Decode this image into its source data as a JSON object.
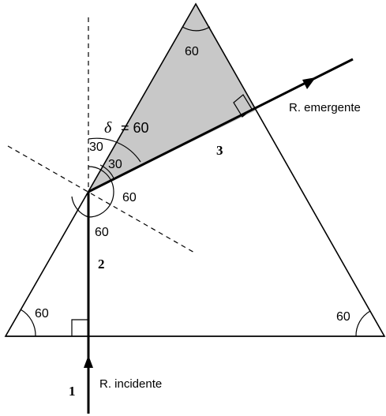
{
  "colors": {
    "prism_fill": "#c8c8c8",
    "line": "#000000",
    "background": "#ffffff"
  },
  "labels": {
    "apex_angle": "60",
    "left_base_angle": "60",
    "right_base_angle": "60",
    "upper_normal_angle_30": "30",
    "inner_angle_30": "30",
    "right_side_angle_60": "60",
    "below_angle_60": "60",
    "delta_symbol": "δ",
    "delta_value": "= 60",
    "ray_1": "1",
    "ray_2": "2",
    "ray_3": "3",
    "incident_ray": "R. incidente",
    "emergent_ray": "R. emergente"
  }
}
